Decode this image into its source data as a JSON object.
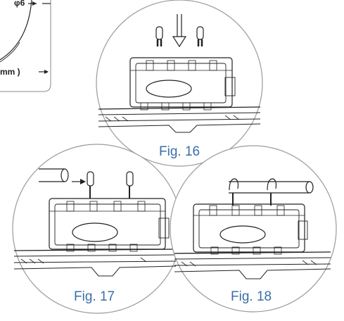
{
  "inset": {
    "dimension_label": "φ6",
    "unit_label": "mm )"
  },
  "figures": [
    {
      "id": "fig16",
      "caption": "Fig. 16"
    },
    {
      "id": "fig17",
      "caption": "Fig. 17"
    },
    {
      "id": "fig18",
      "caption": "Fig. 18"
    }
  ],
  "colors": {
    "caption": "#3a6ea8",
    "line": "#222222",
    "circle_stroke": "#9a9a9a"
  }
}
